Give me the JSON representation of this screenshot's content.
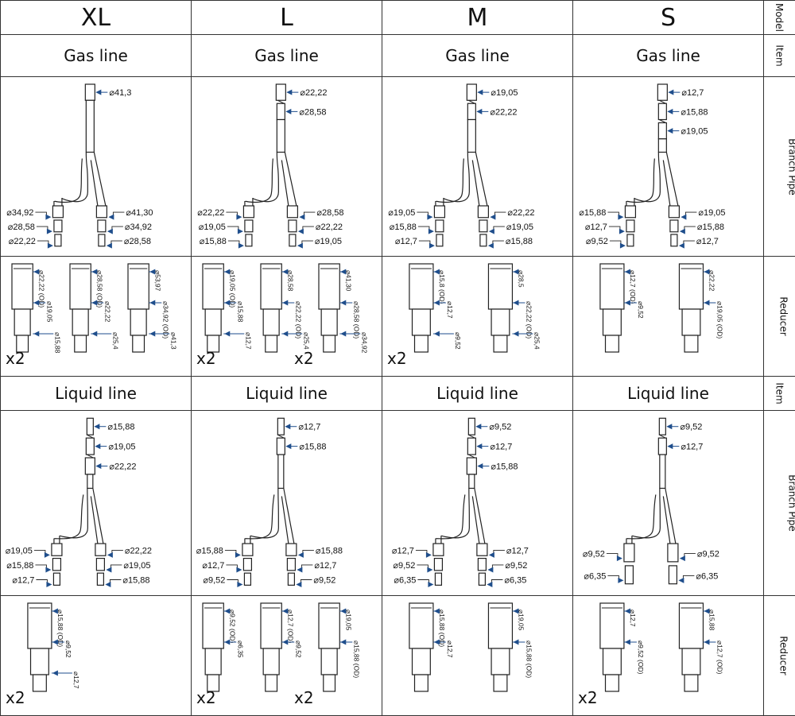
{
  "columns": [
    "XL",
    "L",
    "M",
    "S"
  ],
  "side_labels": {
    "model": "Model",
    "item": "Item",
    "branch_pipe": "Branch Pipe",
    "reducer": "Reducer"
  },
  "gas_line_label": "Gas line",
  "liquid_line_label": "Liquid line",
  "gas_branch": [
    {
      "top": [
        "⌀41,3"
      ],
      "left": [
        "⌀34,92",
        "⌀28,58",
        "⌀22,22"
      ],
      "right": [
        "⌀41,30",
        "⌀34,92",
        "⌀28,58"
      ]
    },
    {
      "top": [
        "⌀22,22",
        "⌀28,58"
      ],
      "left": [
        "⌀22,22",
        "⌀19,05",
        "⌀15,88"
      ],
      "right": [
        "⌀28,58",
        "⌀22,22",
        "⌀19,05"
      ]
    },
    {
      "top": [
        "⌀19,05",
        "⌀22,22"
      ],
      "left": [
        "⌀19,05",
        "⌀15,88",
        "⌀12,7"
      ],
      "right": [
        "⌀22,22",
        "⌀19,05",
        "⌀15,88"
      ]
    },
    {
      "top": [
        "⌀12,7",
        "⌀15,88",
        "⌀19,05"
      ],
      "left": [
        "⌀15,88",
        "⌀12,7",
        "⌀9,52"
      ],
      "right": [
        "⌀19,05",
        "⌀15,88",
        "⌀12,7"
      ]
    }
  ],
  "liquid_branch": [
    {
      "top": [
        "⌀15,88",
        "⌀19,05",
        "⌀22,22"
      ],
      "left": [
        "⌀19,05",
        "⌀15,88",
        "⌀12,7"
      ],
      "right": [
        "⌀22,22",
        "⌀19,05",
        "⌀15,88"
      ]
    },
    {
      "top": [
        "⌀12,7",
        "⌀15,88"
      ],
      "left": [
        "⌀15,88",
        "⌀12,7",
        "⌀9,52"
      ],
      "right": [
        "⌀15,88",
        "⌀12,7",
        "⌀9,52"
      ]
    },
    {
      "top": [
        "⌀9,52",
        "⌀12,7",
        "⌀15,88"
      ],
      "left": [
        "⌀12,7",
        "⌀9,52",
        "⌀6,35"
      ],
      "right": [
        "⌀12,7",
        "⌀9,52",
        "⌀6,35"
      ]
    },
    {
      "top": [
        "⌀9,52",
        "⌀12,7"
      ],
      "left": [
        "⌀9,52",
        "⌀6,35"
      ],
      "right": [
        "⌀9,52",
        "⌀6,35"
      ]
    }
  ],
  "gas_reducer": [
    {
      "multiplier": "x2",
      "parts": [
        {
          "labels": [
            "⌀22,22 (OD)",
            "⌀19,05",
            "⌀15,88"
          ]
        },
        {
          "labels": [
            "⌀28,58 (OD)",
            "⌀22,22",
            "⌀25,4"
          ]
        },
        {
          "labels": [
            "⌀53,97",
            "⌀34,92 (OD)",
            "⌀41,3"
          ]
        }
      ]
    },
    {
      "multiplier": "x2",
      "multiplier2": "x2",
      "parts": [
        {
          "labels": [
            "⌀19,05 (OD)",
            "⌀15,88",
            "⌀12,7"
          ]
        },
        {
          "labels": [
            "⌀28,58",
            "⌀22,22 (OD)",
            "⌀25,4"
          ]
        },
        {
          "labels": [
            "⌀41,30",
            "⌀28,58 (OD)",
            "⌀34,92"
          ]
        }
      ]
    },
    {
      "multiplier": "x2",
      "parts": [
        {
          "labels": [
            "⌀15,8 (OD)",
            "⌀12,7",
            "⌀9,52"
          ]
        },
        {
          "labels": [
            "⌀28,5",
            "⌀22,22 (OD)",
            "⌀25,4"
          ]
        }
      ]
    },
    {
      "multiplier": "",
      "parts": [
        {
          "labels": [
            "⌀12,7 (OD)",
            "⌀9,52"
          ]
        },
        {
          "labels": [
            "⌀22,22",
            "⌀19,05 (OD)"
          ]
        }
      ]
    }
  ],
  "liquid_reducer": [
    {
      "multiplier": "x2",
      "parts": [
        {
          "labels": [
            "⌀15,88 (OD)",
            "⌀9,52",
            "⌀12,7"
          ]
        }
      ]
    },
    {
      "multiplier": "x2",
      "multiplier2": "x2",
      "parts": [
        {
          "labels": [
            "⌀9,52 (OD)",
            "⌀6,35"
          ]
        },
        {
          "labels": [
            "⌀12,7 (OD)",
            "⌀9,52"
          ]
        },
        {
          "labels": [
            "⌀19,05",
            "⌀15,88 (OD)"
          ]
        }
      ]
    },
    {
      "multiplier": "",
      "parts": [
        {
          "labels": [
            "⌀15,88 (OD)",
            "⌀12,7"
          ]
        },
        {
          "labels": [
            "⌀19,05",
            "⌀15,88 (OD)"
          ]
        }
      ]
    },
    {
      "multiplier": "x2",
      "parts": [
        {
          "labels": [
            "⌀12,7",
            "⌀9,52 (OD)"
          ]
        },
        {
          "labels": [
            "⌀15,88",
            "⌀12,7 (OD)"
          ]
        }
      ]
    }
  ],
  "colors": {
    "line": "#222222",
    "arrow": "#1f4e8c",
    "grid": "#333333"
  }
}
